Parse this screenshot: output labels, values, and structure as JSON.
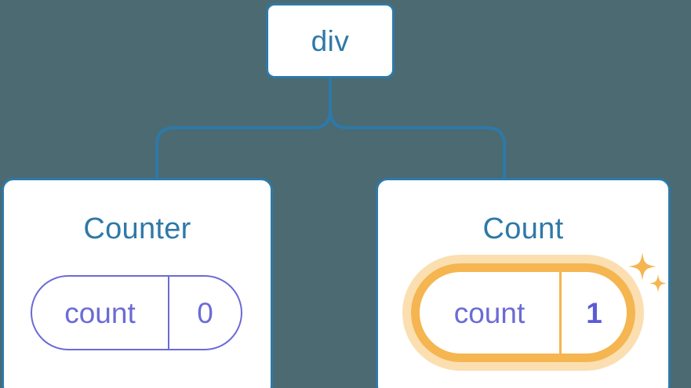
{
  "theme": {
    "background": "#4b6a72",
    "node_border": "#2e79a8",
    "node_text": "#2e79a8",
    "card_background": "#ffffff",
    "pill_outline": "#6b6bd6",
    "pill_text": "#6b6bd6",
    "highlight_border": "#f5b550",
    "highlight_glow": "#fbdfb1",
    "highlight_value_text": "#5b5bd6",
    "connector": "#2e79a8",
    "sparkle": "#f5b550"
  },
  "tree": {
    "root": {
      "label": "div"
    },
    "children": [
      {
        "id": "counter",
        "title": "Counter",
        "highlighted": false,
        "state": {
          "key": "count",
          "value": "0"
        }
      },
      {
        "id": "count",
        "title": "Count",
        "highlighted": true,
        "sparkle_icons": [
          "sparkle-large-icon",
          "sparkle-small-icon"
        ],
        "state": {
          "key": "count",
          "value": "1"
        }
      }
    ]
  }
}
